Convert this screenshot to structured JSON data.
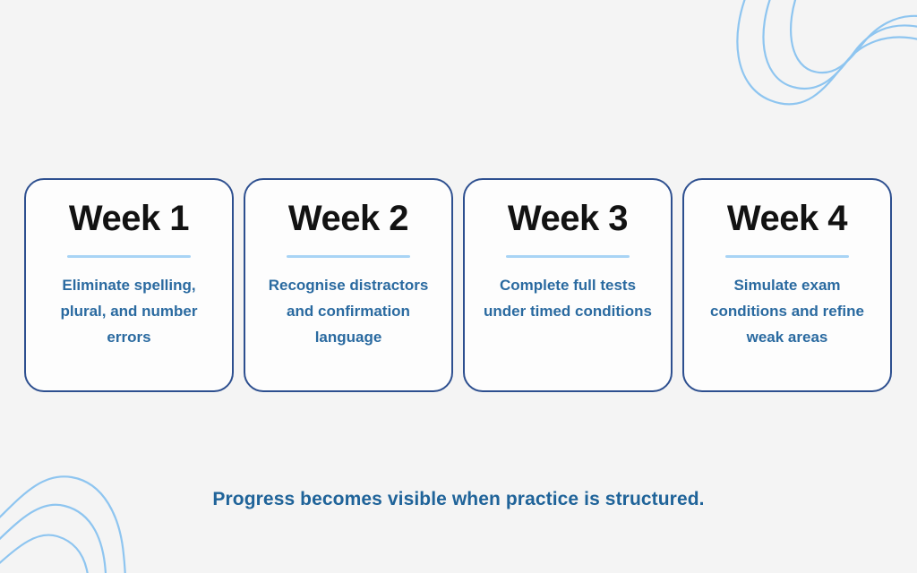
{
  "page": {
    "background_color": "#f4f4f4",
    "accent_border_color": "#2d4f8f",
    "divider_color": "#a8d4f5",
    "body_text_color": "#2a6aa0",
    "title_text_color": "#121212",
    "footer_text_color": "#1f6399",
    "decor_color": "#8ec5f0"
  },
  "cards": [
    {
      "title": "Week 1",
      "description": "Eliminate spelling, plural, and number errors"
    },
    {
      "title": "Week 2",
      "description": "Recognise distractors and confirmation language"
    },
    {
      "title": "Week 3",
      "description": "Complete full tests under timed conditions"
    },
    {
      "title": "Week 4",
      "description": "Simulate exam conditions and refine weak areas"
    }
  ],
  "footer": {
    "note": "Progress becomes visible when practice is structured."
  },
  "decor": {
    "top_right_name": "wave-lines-decoration",
    "bottom_left_name": "wave-lines-decoration"
  }
}
